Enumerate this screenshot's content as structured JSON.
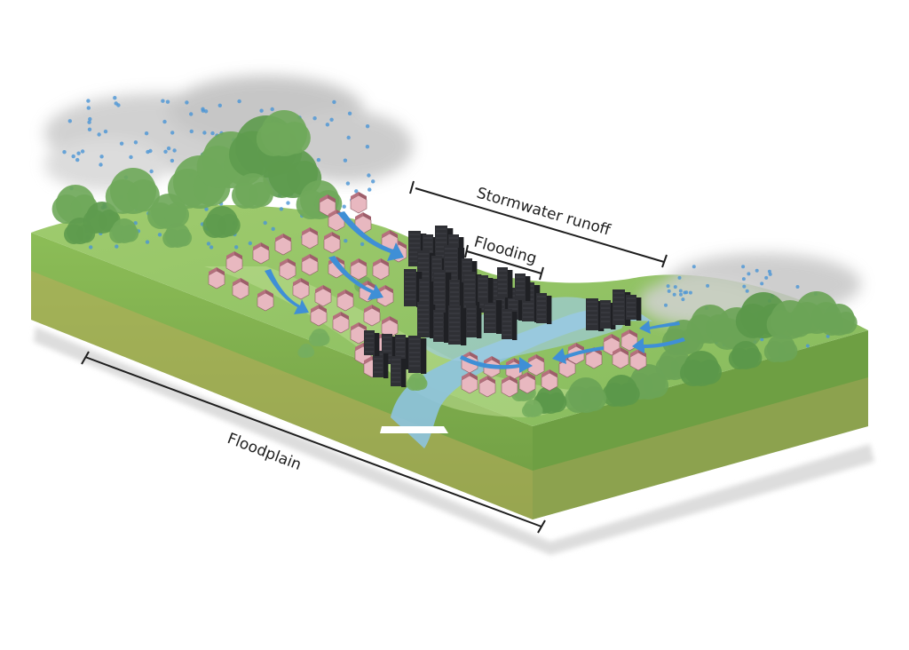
{
  "labels": {
    "stormwater_runoff": "Stormwater runoff",
    "flooding": "Flooding",
    "floodplain": "Floodplain"
  },
  "colors": {
    "grass_top": "#8cc063",
    "grass_light": "#a9d27a",
    "soil_side": "#7aa84c",
    "soil_dark": "#5d8b35",
    "water": "#8ec3df",
    "rain": "#4a95d6",
    "runoff_arrow": "#3f8fd6",
    "buildings": "#2f3035",
    "houses": "#e8b8c0",
    "trees": "#5e9b4e",
    "clouds": "#bcbcbc",
    "shadow": "#dcdcdc"
  }
}
